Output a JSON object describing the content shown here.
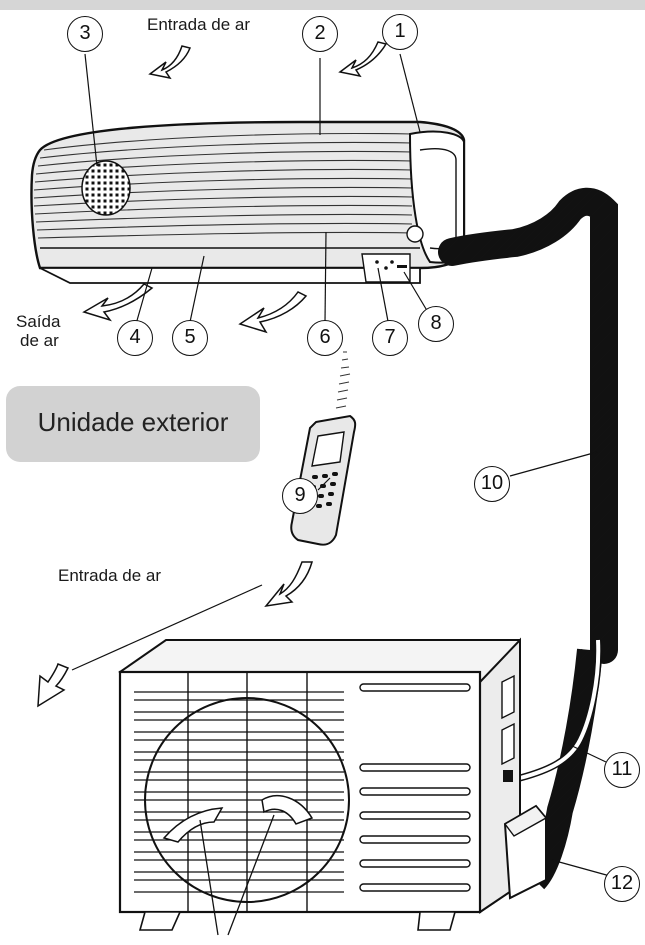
{
  "labels": {
    "air_intake_top": "Entrada de ar",
    "air_outlet_line1": "Saída",
    "air_outlet_line2": "de ar",
    "outdoor_unit": "Unidade exterior",
    "air_intake_bottom": "Entrada de ar"
  },
  "callouts": [
    "1",
    "2",
    "3",
    "4",
    "5",
    "6",
    "7",
    "8",
    "9",
    "10",
    "11",
    "12"
  ],
  "colors": {
    "stroke": "#111111",
    "band": "#d6d6d6",
    "pill": "#d2d2d2",
    "unit_fill": "#e9e9e9"
  }
}
